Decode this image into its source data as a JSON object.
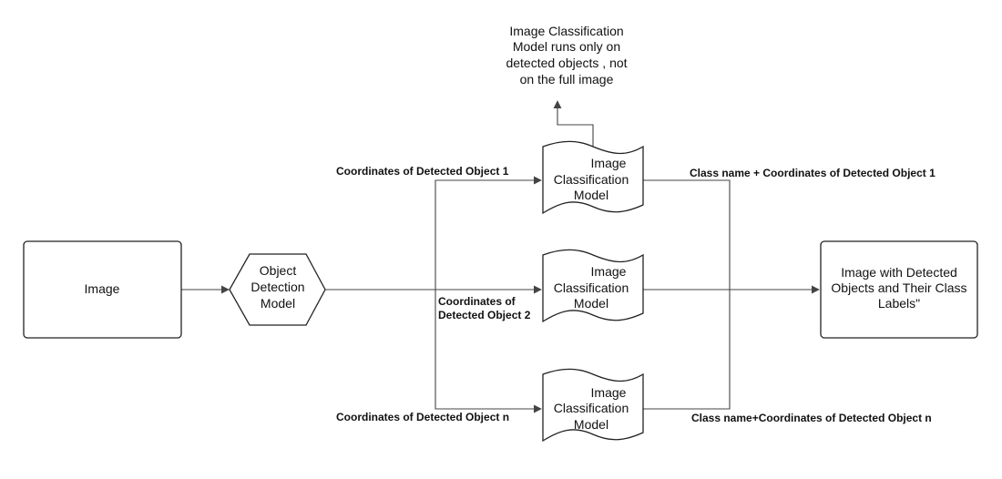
{
  "nodes": {
    "image": "Image",
    "object_detection": [
      "Object",
      "Detection",
      "Model"
    ],
    "classifier_1": [
      "Image",
      "Classification",
      "Model"
    ],
    "classifier_2": [
      "Image",
      "Classification",
      "Model"
    ],
    "classifier_n": [
      "Image",
      "Classification",
      "Model"
    ],
    "output": [
      "Image with Detected",
      "Objects and Their Class",
      "Labels\""
    ]
  },
  "edge_labels": {
    "to_classifier_1": "Coordinates of Detected Object  1",
    "to_classifier_2": [
      "Coordinates of",
      "Detected Object  2"
    ],
    "to_classifier_n": "Coordinates of Detected Object   n",
    "from_classifier_1": "Class name + Coordinates of Detected Object 1",
    "from_classifier_n": "Class name+Coordinates of Detected Object n"
  },
  "annotation": [
    "Image Classification",
    "Model runs only on",
    "detected objects , not",
    "on the full image"
  ]
}
